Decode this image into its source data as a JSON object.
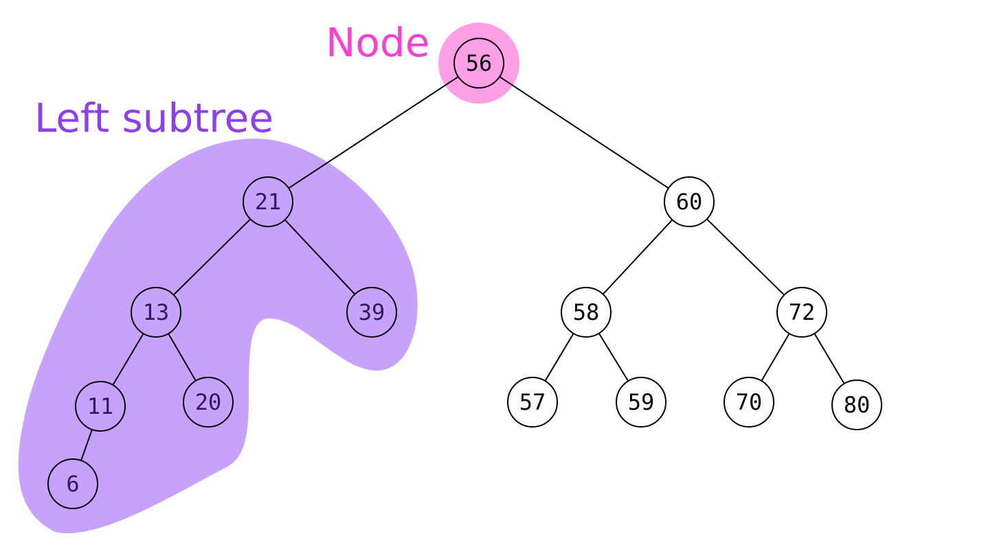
{
  "labels": {
    "node": "Node",
    "left_subtree": "Left subtree"
  },
  "colors": {
    "node_highlight": "#ffa0e6",
    "node_label": "#ff3dd4",
    "subtree_fill": "#c6a2fd",
    "subtree_label": "#8c3ef0",
    "subtree_node_text": "#2d1a5a",
    "default_node_fill": "#ffffff",
    "default_node_text": "#000000"
  },
  "tree": {
    "nodes": [
      {
        "id": "n56",
        "value": "56",
        "role": "node"
      },
      {
        "id": "n21",
        "value": "21",
        "role": "left-subtree"
      },
      {
        "id": "n60",
        "value": "60",
        "role": "other"
      },
      {
        "id": "n13",
        "value": "13",
        "role": "left-subtree"
      },
      {
        "id": "n39",
        "value": "39",
        "role": "left-subtree"
      },
      {
        "id": "n58",
        "value": "58",
        "role": "other"
      },
      {
        "id": "n72",
        "value": "72",
        "role": "other"
      },
      {
        "id": "n11",
        "value": "11",
        "role": "left-subtree"
      },
      {
        "id": "n20",
        "value": "20",
        "role": "left-subtree"
      },
      {
        "id": "n57",
        "value": "57",
        "role": "other"
      },
      {
        "id": "n59",
        "value": "59",
        "role": "other"
      },
      {
        "id": "n70",
        "value": "70",
        "role": "other"
      },
      {
        "id": "n80",
        "value": "80",
        "role": "other"
      },
      {
        "id": "n6",
        "value": "6",
        "role": "left-subtree"
      }
    ],
    "edges": [
      [
        "n56",
        "n21"
      ],
      [
        "n56",
        "n60"
      ],
      [
        "n21",
        "n13"
      ],
      [
        "n21",
        "n39"
      ],
      [
        "n13",
        "n11"
      ],
      [
        "n13",
        "n20"
      ],
      [
        "n11",
        "n6"
      ],
      [
        "n60",
        "n58"
      ],
      [
        "n60",
        "n72"
      ],
      [
        "n58",
        "n57"
      ],
      [
        "n58",
        "n59"
      ],
      [
        "n72",
        "n70"
      ],
      [
        "n72",
        "n80"
      ]
    ]
  }
}
